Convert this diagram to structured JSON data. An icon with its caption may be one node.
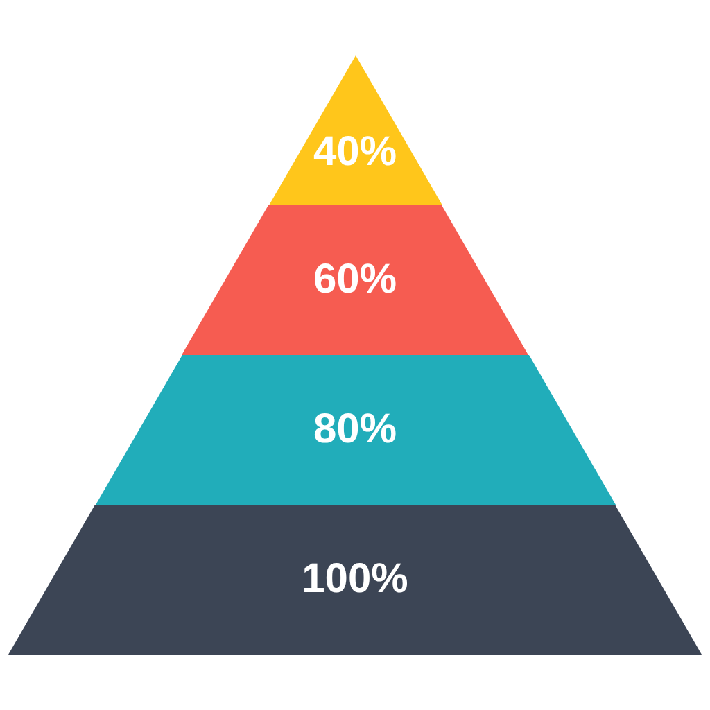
{
  "diagram": {
    "nodes": [
      {
        "text": [
          "40%"
        ]
      },
      {
        "text": [
          "60%"
        ]
      },
      {
        "text": [
          "80%"
        ]
      },
      {
        "text": [
          "100%"
        ]
      }
    ]
  }
}
